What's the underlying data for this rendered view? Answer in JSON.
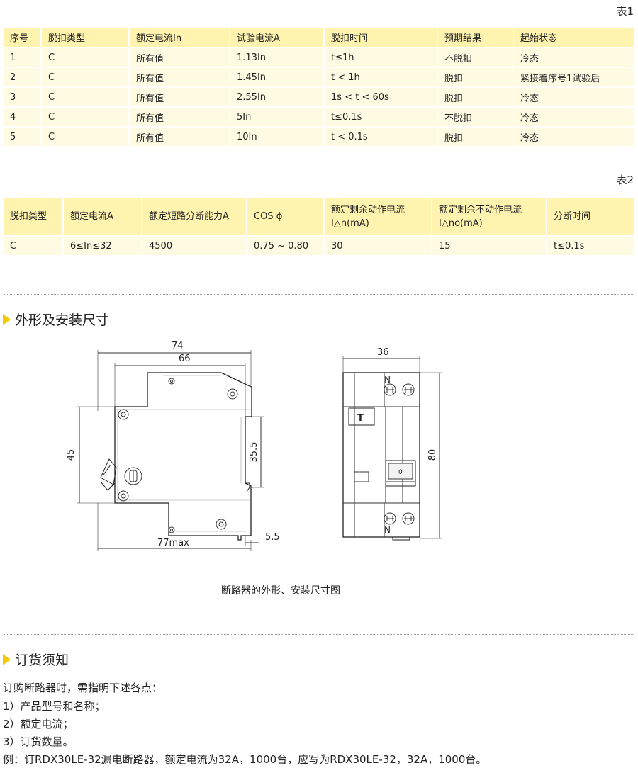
{
  "table1": {
    "caption": "表1",
    "headers": [
      "序号",
      "脱扣类型",
      "额定电流In",
      "试验电流A",
      "脱扣时间",
      "预期结果",
      "起始状态"
    ],
    "rows": [
      [
        "1",
        "C",
        "所有值",
        "1.13In",
        "t≤1h",
        "不脱扣",
        "冷态"
      ],
      [
        "2",
        "C",
        "所有值",
        "1.45In",
        "t < 1h",
        "脱扣",
        "紧接着序号1试验后"
      ],
      [
        "3",
        "C",
        "所有值",
        "2.55In",
        "1s < t < 60s",
        "脱扣",
        "冷态"
      ],
      [
        "4",
        "C",
        "所有值",
        "5In",
        "t≤0.1s",
        "不脱扣",
        "冷态"
      ],
      [
        "5",
        "C",
        "所有值",
        "10In",
        "t < 0.1s",
        "脱扣",
        "冷态"
      ]
    ]
  },
  "table2": {
    "caption": "表2",
    "headers": [
      [
        "脱扣类型"
      ],
      [
        "额定电流A"
      ],
      [
        "额定短路分断能力A"
      ],
      [
        "COS ɸ"
      ],
      [
        "额定剩余动作电流",
        "I△n(mA)"
      ],
      [
        "额定剩余不动作电流",
        "I△no(mA)"
      ],
      [
        "分断时间"
      ]
    ],
    "rows": [
      [
        "C",
        "6≤In≤32",
        "4500",
        "0.75 ~ 0.80",
        "30",
        "15",
        "t≤0.1s"
      ]
    ]
  },
  "section_dimensions": {
    "title": "外形及安装尺寸"
  },
  "drawing": {
    "dims": {
      "width_total": "74",
      "width_inner": "66",
      "height_left": "45",
      "height_rail": "35.5",
      "depth_max": "77max",
      "offset": "5.5",
      "width_side": "36",
      "height_side": "80"
    },
    "terminal_top": "N",
    "terminal_bottom": "N",
    "handle_label": "0",
    "test_button_label": "T"
  },
  "figure_caption": "断路器的外形、安装尺寸图",
  "section_order": {
    "title": "订货须知",
    "lines": [
      "订购断路器时，需指明下述各点：",
      "1）产品型号和名称；",
      "2）额定电流；",
      "3）订货数量。",
      "例：订RDX30LE-32漏电断路器，额定电流为32A，1000台，应写为RDX30LE-32，32A，1000台。"
    ]
  }
}
